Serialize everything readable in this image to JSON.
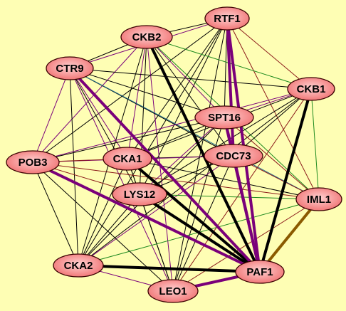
{
  "colors": {
    "background": "#fefeb4",
    "node_fill_center": "#ffd2d2",
    "node_fill_edge": "#f07070",
    "node_stroke": "#3a0000",
    "edge_black": "#000000",
    "edge_purple": "#7a007a",
    "edge_green": "#1f8a1f",
    "edge_darkred": "#8b1a1a",
    "edge_teal": "#1e6e8c",
    "edge_brown": "#8b5a00"
  },
  "nodes": [
    {
      "id": "RTF1",
      "label": "RTF1"
    },
    {
      "id": "CKB2",
      "label": "CKB2"
    },
    {
      "id": "CTR9",
      "label": "CTR9"
    },
    {
      "id": "CKB1",
      "label": "CKB1"
    },
    {
      "id": "SPT16",
      "label": "SPT16"
    },
    {
      "id": "CDC73",
      "label": "CDC73"
    },
    {
      "id": "CKA1",
      "label": "CKA1"
    },
    {
      "id": "POB3",
      "label": "POB3"
    },
    {
      "id": "LYS12",
      "label": "LYS12"
    },
    {
      "id": "IML1",
      "label": "IML1"
    },
    {
      "id": "CKA2",
      "label": "CKA2"
    },
    {
      "id": "PAF1",
      "label": "PAF1"
    },
    {
      "id": "LEO1",
      "label": "LEO1"
    }
  ],
  "edges": [
    {
      "source": "CKB2",
      "target": "PAF1",
      "color": "black",
      "weight": "heavy"
    },
    {
      "source": "CKB1",
      "target": "PAF1",
      "color": "black",
      "weight": "heavy"
    },
    {
      "source": "CKA1",
      "target": "PAF1",
      "color": "black",
      "weight": "heavy"
    },
    {
      "source": "LYS12",
      "target": "PAF1",
      "color": "black",
      "weight": "heavy"
    },
    {
      "source": "CKA2",
      "target": "PAF1",
      "color": "black",
      "weight": "heavy"
    },
    {
      "source": "RTF1",
      "target": "PAF1",
      "color": "purple",
      "weight": "heavy"
    },
    {
      "source": "SPT16",
      "target": "PAF1",
      "color": "purple",
      "weight": "heavy"
    },
    {
      "source": "CDC73",
      "target": "PAF1",
      "color": "purple",
      "weight": "heavy"
    },
    {
      "source": "CTR9",
      "target": "PAF1",
      "color": "purple",
      "weight": "heavy"
    },
    {
      "source": "POB3",
      "target": "PAF1",
      "color": "purple",
      "weight": "heavy"
    },
    {
      "source": "LEO1",
      "target": "PAF1",
      "color": "purple",
      "weight": "heavy"
    },
    {
      "source": "IML1",
      "target": "PAF1",
      "color": "brown",
      "weight": "heavy"
    },
    {
      "source": "RTF1",
      "target": "CDC73",
      "color": "purple",
      "weight": "heavy"
    },
    {
      "source": "SPT16",
      "target": "CDC73",
      "color": "purple",
      "weight": "heavy"
    },
    {
      "source": "RTF1",
      "target": "CKB2",
      "color": "black",
      "weight": "thin"
    },
    {
      "source": "RTF1",
      "target": "CTR9",
      "color": "purple",
      "weight": "thin"
    },
    {
      "source": "RTF1",
      "target": "CKB1",
      "color": "darkred",
      "weight": "thin"
    },
    {
      "source": "RTF1",
      "target": "SPT16",
      "color": "black",
      "weight": "thin"
    },
    {
      "source": "RTF1",
      "target": "CKA1",
      "color": "black",
      "weight": "thin"
    },
    {
      "source": "RTF1",
      "target": "POB3",
      "color": "black",
      "weight": "thin"
    },
    {
      "source": "RTF1",
      "target": "LYS12",
      "color": "black",
      "weight": "thin"
    },
    {
      "source": "RTF1",
      "target": "IML1",
      "color": "darkred",
      "weight": "thin"
    },
    {
      "source": "RTF1",
      "target": "CKA2",
      "color": "black",
      "weight": "thin"
    },
    {
      "source": "RTF1",
      "target": "LEO1",
      "color": "black",
      "weight": "thin"
    },
    {
      "source": "CKB2",
      "target": "CTR9",
      "color": "black",
      "weight": "thin"
    },
    {
      "source": "CKB2",
      "target": "CKB1",
      "color": "green",
      "weight": "thin"
    },
    {
      "source": "CKB2",
      "target": "SPT16",
      "color": "purple",
      "weight": "thin"
    },
    {
      "source": "CKB2",
      "target": "CDC73",
      "color": "black",
      "weight": "thin"
    },
    {
      "source": "CKB2",
      "target": "CKA1",
      "color": "purple",
      "weight": "thin"
    },
    {
      "source": "CKB2",
      "target": "POB3",
      "color": "purple",
      "weight": "thin"
    },
    {
      "source": "CKB2",
      "target": "LYS12",
      "color": "black",
      "weight": "thin"
    },
    {
      "source": "CKB2",
      "target": "IML1",
      "color": "green",
      "weight": "thin"
    },
    {
      "source": "CKB2",
      "target": "CKA2",
      "color": "black",
      "weight": "thin"
    },
    {
      "source": "CKB2",
      "target": "LEO1",
      "color": "purple",
      "weight": "thin"
    },
    {
      "source": "CTR9",
      "target": "CKB1",
      "color": "black",
      "weight": "thin"
    },
    {
      "source": "CTR9",
      "target": "SPT16",
      "color": "black",
      "weight": "thin"
    },
    {
      "source": "CTR9",
      "target": "CDC73",
      "color": "black",
      "weight": "thin"
    },
    {
      "source": "CTR9",
      "target": "CKA1",
      "color": "purple",
      "weight": "thin"
    },
    {
      "source": "CTR9",
      "target": "POB3",
      "color": "purple",
      "weight": "thin"
    },
    {
      "source": "CTR9",
      "target": "LYS12",
      "color": "black",
      "weight": "thin"
    },
    {
      "source": "CTR9",
      "target": "IML1",
      "color": "teal",
      "weight": "thin"
    },
    {
      "source": "CTR9",
      "target": "CKA2",
      "color": "black",
      "weight": "thin"
    },
    {
      "source": "CTR9",
      "target": "LEO1",
      "color": "purple",
      "weight": "thin"
    },
    {
      "source": "CKB1",
      "target": "SPT16",
      "color": "purple",
      "weight": "thin"
    },
    {
      "source": "CKB1",
      "target": "CDC73",
      "color": "black",
      "weight": "thin"
    },
    {
      "source": "CKB1",
      "target": "CKA1",
      "color": "black",
      "weight": "thin"
    },
    {
      "source": "CKB1",
      "target": "POB3",
      "color": "purple",
      "weight": "thin"
    },
    {
      "source": "CKB1",
      "target": "LYS12",
      "color": "black",
      "weight": "thin"
    },
    {
      "source": "CKB1",
      "target": "IML1",
      "color": "green",
      "weight": "thin"
    },
    {
      "source": "CKB1",
      "target": "CKA2",
      "color": "black",
      "weight": "thin"
    },
    {
      "source": "CKB1",
      "target": "LEO1",
      "color": "darkred",
      "weight": "thin"
    },
    {
      "source": "SPT16",
      "target": "CKA1",
      "color": "black",
      "weight": "thin"
    },
    {
      "source": "SPT16",
      "target": "POB3",
      "color": "black",
      "weight": "thin"
    },
    {
      "source": "SPT16",
      "target": "LYS12",
      "color": "purple",
      "weight": "thin"
    },
    {
      "source": "SPT16",
      "target": "IML1",
      "color": "darkred",
      "weight": "thin"
    },
    {
      "source": "SPT16",
      "target": "CKA2",
      "color": "black",
      "weight": "thin"
    },
    {
      "source": "SPT16",
      "target": "LEO1",
      "color": "black",
      "weight": "thin"
    },
    {
      "source": "CDC73",
      "target": "CKA1",
      "color": "black",
      "weight": "thin"
    },
    {
      "source": "CDC73",
      "target": "POB3",
      "color": "purple",
      "weight": "thin"
    },
    {
      "source": "CDC73",
      "target": "LYS12",
      "color": "black",
      "weight": "thin"
    },
    {
      "source": "CDC73",
      "target": "IML1",
      "color": "darkred",
      "weight": "thin"
    },
    {
      "source": "CDC73",
      "target": "CKA2",
      "color": "purple",
      "weight": "thin"
    },
    {
      "source": "CDC73",
      "target": "LEO1",
      "color": "black",
      "weight": "thin"
    },
    {
      "source": "CKA1",
      "target": "POB3",
      "color": "darkred",
      "weight": "thin"
    },
    {
      "source": "CKA1",
      "target": "LYS12",
      "color": "black",
      "weight": "thin"
    },
    {
      "source": "CKA1",
      "target": "IML1",
      "color": "black",
      "weight": "thin"
    },
    {
      "source": "CKA1",
      "target": "CKA2",
      "color": "black",
      "weight": "thin"
    },
    {
      "source": "CKA1",
      "target": "LEO1",
      "color": "black",
      "weight": "thin"
    },
    {
      "source": "POB3",
      "target": "LYS12",
      "color": "darkred",
      "weight": "thin"
    },
    {
      "source": "POB3",
      "target": "IML1",
      "color": "darkred",
      "weight": "thin"
    },
    {
      "source": "POB3",
      "target": "CKA2",
      "color": "black",
      "weight": "thin"
    },
    {
      "source": "POB3",
      "target": "LEO1",
      "color": "black",
      "weight": "thin"
    },
    {
      "source": "LYS12",
      "target": "IML1",
      "color": "green",
      "weight": "thin"
    },
    {
      "source": "LYS12",
      "target": "CKA2",
      "color": "black",
      "weight": "thin"
    },
    {
      "source": "LYS12",
      "target": "LEO1",
      "color": "black",
      "weight": "thin"
    },
    {
      "source": "IML1",
      "target": "CKA2",
      "color": "green",
      "weight": "thin"
    },
    {
      "source": "IML1",
      "target": "LEO1",
      "color": "darkred",
      "weight": "thin"
    },
    {
      "source": "CKA2",
      "target": "LEO1",
      "color": "purple",
      "weight": "thin"
    }
  ]
}
